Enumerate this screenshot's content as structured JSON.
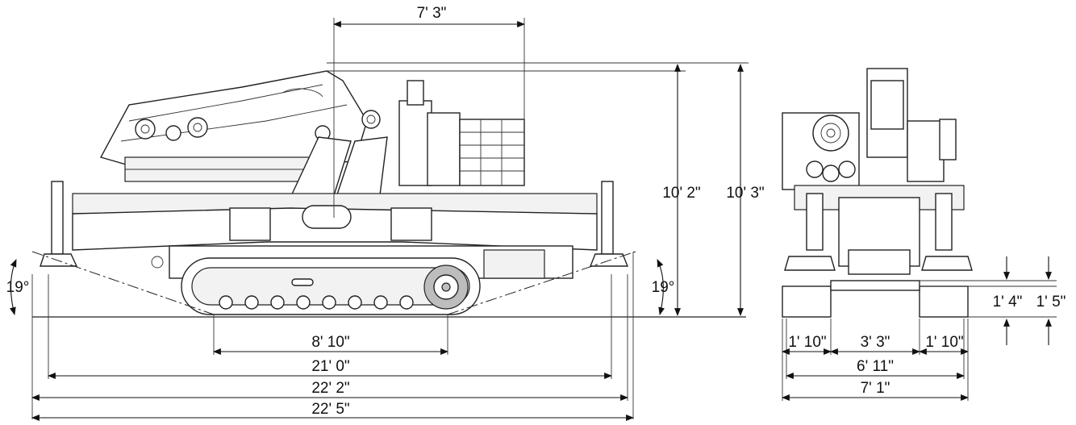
{
  "side_view": {
    "boom_reach": "7' 3\"",
    "height_a": "10' 2\"",
    "height_b": "10' 3\"",
    "angle_left": "19°",
    "angle_right": "19°",
    "track_length": "8' 10\"",
    "length_a": "21' 0\"",
    "length_b": "22' 2\"",
    "length_c": "22' 5\""
  },
  "front_view": {
    "track_left": "1' 10\"",
    "track_gap": "3' 3\"",
    "track_right": "1' 10\"",
    "width_a": "6' 11\"",
    "width_b": "7' 1\"",
    "clearance_a": "1' 4\"",
    "clearance_b": "1' 5\""
  }
}
